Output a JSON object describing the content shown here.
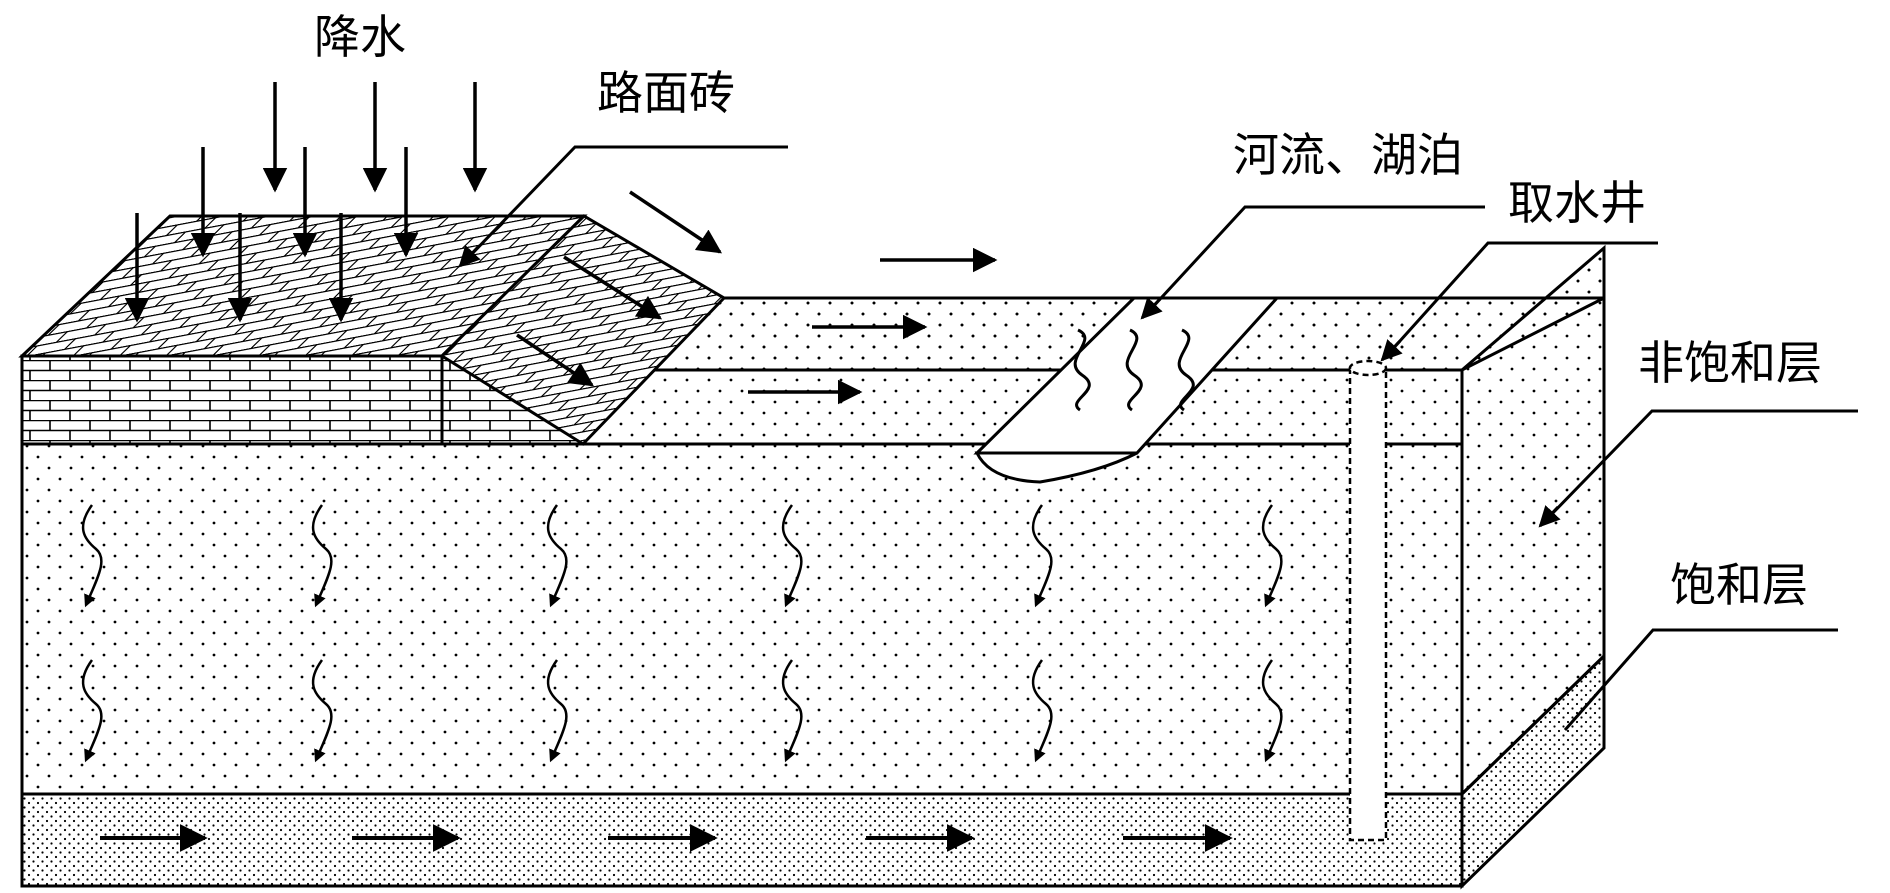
{
  "labels": {
    "precipitation": "降水",
    "pavement_brick": "路面砖",
    "river_lake": "河流、湖泊",
    "water_well": "取水井",
    "unsaturated_layer": "非饱和层",
    "saturated_layer": "饱和层"
  },
  "colors": {
    "ink": "#000000",
    "paper": "#ffffff"
  }
}
